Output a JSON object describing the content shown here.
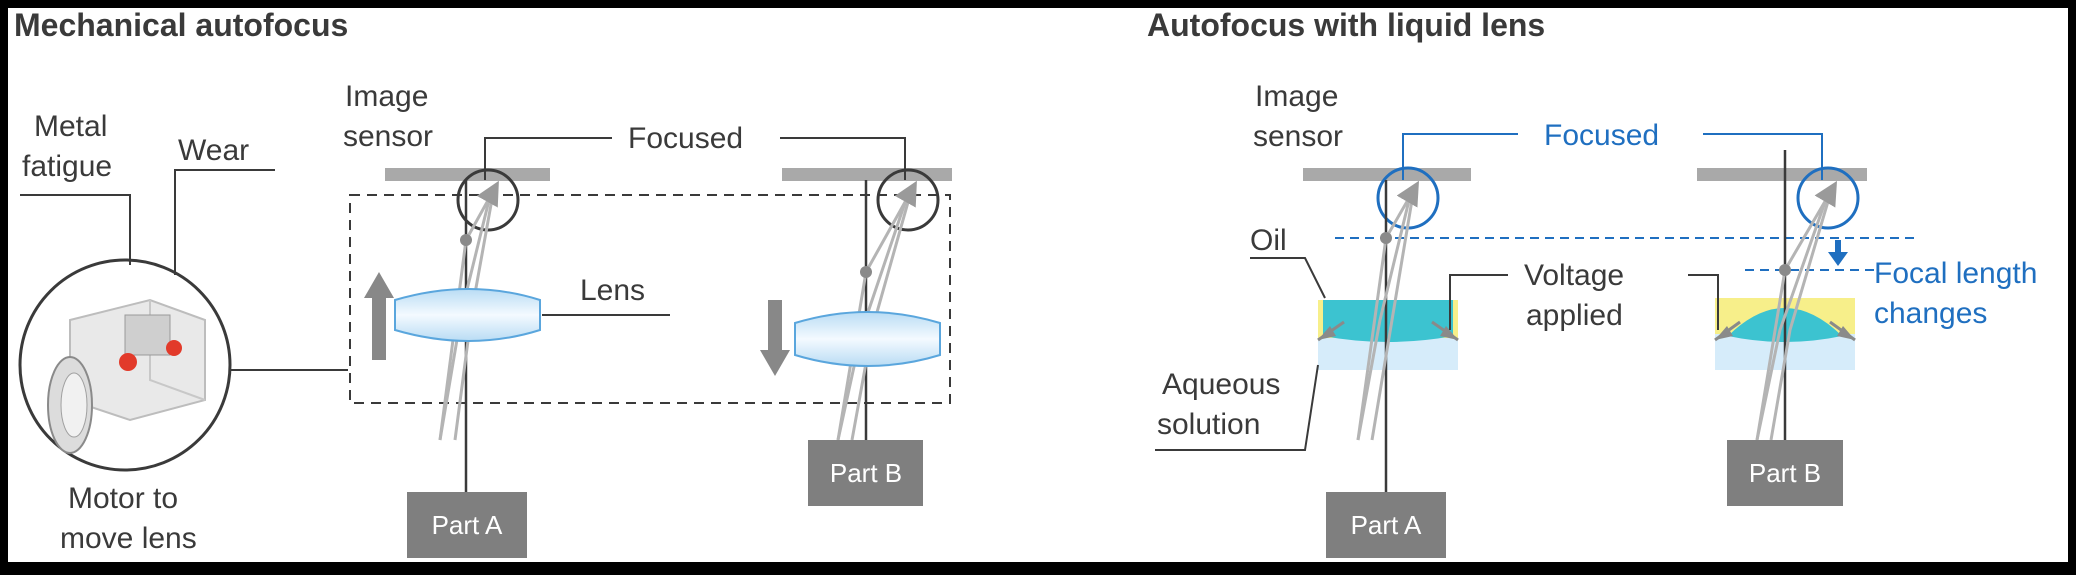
{
  "left_panel": {
    "title": "Mechanical autofocus",
    "metal_fatigue": [
      "Metal",
      "fatigue"
    ],
    "wear": "Wear",
    "image_sensor": [
      "Image",
      "sensor"
    ],
    "focused": "Focused",
    "lens": "Lens",
    "motor": [
      "Motor to",
      "move lens"
    ],
    "part_a": "Part A",
    "part_b": "Part B"
  },
  "right_panel": {
    "title": "Autofocus with liquid lens",
    "image_sensor": [
      "Image",
      "sensor"
    ],
    "focused": "Focused",
    "oil": "Oil",
    "voltage": [
      "Voltage",
      "applied"
    ],
    "focal": [
      "Focal length",
      "changes"
    ],
    "aqueous": [
      "Aqueous",
      "solution"
    ],
    "part_a": "Part A",
    "part_b": "Part B"
  },
  "colors": {
    "text": "#3a3a3a",
    "accent_blue": "#1f6fc0",
    "sensor_gray": "#a9a9a9",
    "part_box": "#7f7f7f",
    "oil_yellow": "#f7ef8a",
    "aqueous_cyan": "#3cc3d0",
    "lens_light": "#d6ecfa"
  }
}
